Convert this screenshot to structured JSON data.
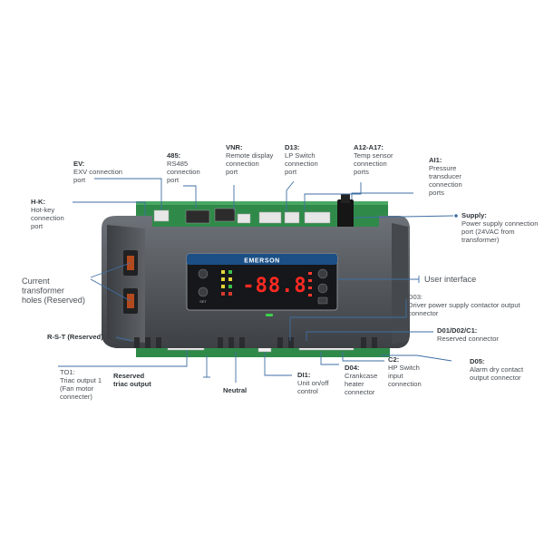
{
  "device": {
    "brand": "EMERSON",
    "display_digits": "-88.8",
    "button_label": "SET"
  },
  "callouts": [
    {
      "id": "ev",
      "lines": [
        {
          "t": "EV:",
          "b": true
        },
        {
          "t": "EXV connection"
        },
        {
          "t": "port"
        }
      ]
    },
    {
      "id": "p485",
      "lines": [
        {
          "t": "485:",
          "b": true
        },
        {
          "t": "RS485"
        },
        {
          "t": "connection"
        },
        {
          "t": "port"
        }
      ]
    },
    {
      "id": "vnr",
      "lines": [
        {
          "t": "VNR:",
          "b": true
        },
        {
          "t": "Remote display"
        },
        {
          "t": "connection"
        },
        {
          "t": "port"
        }
      ]
    },
    {
      "id": "d13",
      "lines": [
        {
          "t": "D13:",
          "b": true
        },
        {
          "t": "LP Switch"
        },
        {
          "t": "connection"
        },
        {
          "t": "port"
        }
      ]
    },
    {
      "id": "a12",
      "lines": [
        {
          "t": "A12-A17:",
          "b": true
        },
        {
          "t": "Temp sensor"
        },
        {
          "t": "connection"
        },
        {
          "t": "ports"
        }
      ]
    },
    {
      "id": "ai1",
      "lines": [
        {
          "t": "AI1:",
          "b": true
        },
        {
          "t": "Pressure"
        },
        {
          "t": "transducer"
        },
        {
          "t": "connection"
        },
        {
          "t": "ports"
        }
      ]
    },
    {
      "id": "hk",
      "lines": [
        {
          "t": "H-K:",
          "b": true
        },
        {
          "t": "Hot-key"
        },
        {
          "t": "connection"
        },
        {
          "t": "port"
        }
      ]
    },
    {
      "id": "supply",
      "lines": [
        {
          "t": "Supply:",
          "b": true
        },
        {
          "t": "Power supply connection"
        },
        {
          "t": "port (24VAC from"
        },
        {
          "t": "transformer)"
        }
      ]
    },
    {
      "id": "ct",
      "lines": [
        {
          "t": "Current"
        },
        {
          "t": "transformer"
        },
        {
          "t": "holes (Reserved)"
        }
      ]
    },
    {
      "id": "ui",
      "lines": [
        {
          "t": "User interface"
        }
      ]
    },
    {
      "id": "d03",
      "lines": [
        {
          "t": "D03:"
        },
        {
          "t": "Driver power supply contactor output"
        },
        {
          "t": "connector"
        }
      ]
    },
    {
      "id": "rst",
      "lines": [
        {
          "t": "R-S-T (Reserved)",
          "b": true
        }
      ]
    },
    {
      "id": "d01",
      "lines": [
        {
          "t": "D01/D02/C1:",
          "b": true
        },
        {
          "t": "Reserved connector"
        }
      ]
    },
    {
      "id": "to1",
      "lines": [
        {
          "t": "TO1:"
        },
        {
          "t": "Triac output 1"
        },
        {
          "t": "(Fan motor"
        },
        {
          "t": "connecter)"
        }
      ]
    },
    {
      "id": "reserved",
      "lines": [
        {
          "t": "Reserved",
          "b": true
        },
        {
          "t": "triac output",
          "b": true
        }
      ]
    },
    {
      "id": "neutral",
      "lines": [
        {
          "t": "Neutral",
          "b": true
        }
      ]
    },
    {
      "id": "di1",
      "lines": [
        {
          "t": "DI1:",
          "b": true
        },
        {
          "t": "Unit on/off"
        },
        {
          "t": "control"
        }
      ]
    },
    {
      "id": "d04",
      "lines": [
        {
          "t": "D04:",
          "b": true
        },
        {
          "t": "Crankcase"
        },
        {
          "t": "heater"
        },
        {
          "t": "connector"
        }
      ]
    },
    {
      "id": "c2",
      "lines": [
        {
          "t": "C2:",
          "b": true
        },
        {
          "t": "HP Switch"
        },
        {
          "t": "input"
        },
        {
          "t": "connection"
        }
      ]
    },
    {
      "id": "d05",
      "lines": [
        {
          "t": "D05:",
          "b": true
        },
        {
          "t": "Alarm dry contact"
        },
        {
          "t": "output connector"
        }
      ]
    }
  ]
}
